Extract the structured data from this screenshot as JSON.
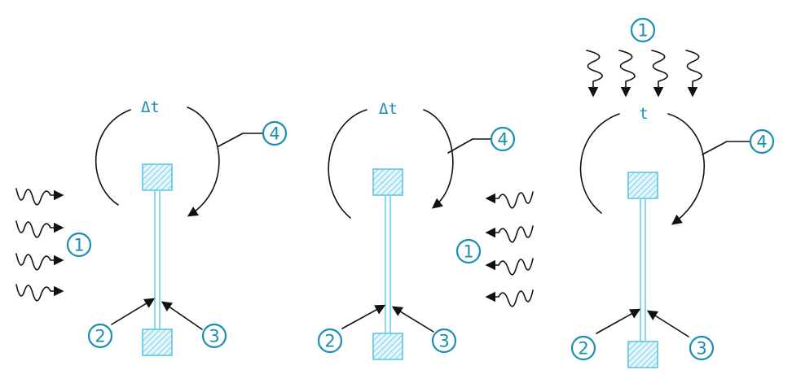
{
  "colors": {
    "accent": "#1a8fb0",
    "rod": "#7fd3ea",
    "ink": "#111111"
  },
  "panels": [
    {
      "time_label": "Δt",
      "wave_direction": "right",
      "labels": {
        "waves": "1",
        "left_pointer": "2",
        "right_pointer": "3",
        "loop": "4"
      }
    },
    {
      "time_label": "Δt",
      "wave_direction": "left",
      "labels": {
        "waves": "1",
        "left_pointer": "2",
        "right_pointer": "3",
        "loop": "4"
      }
    },
    {
      "time_label": "t",
      "wave_direction": "down",
      "labels": {
        "waves": "1",
        "left_pointer": "2",
        "right_pointer": "3",
        "loop": "4"
      }
    }
  ]
}
